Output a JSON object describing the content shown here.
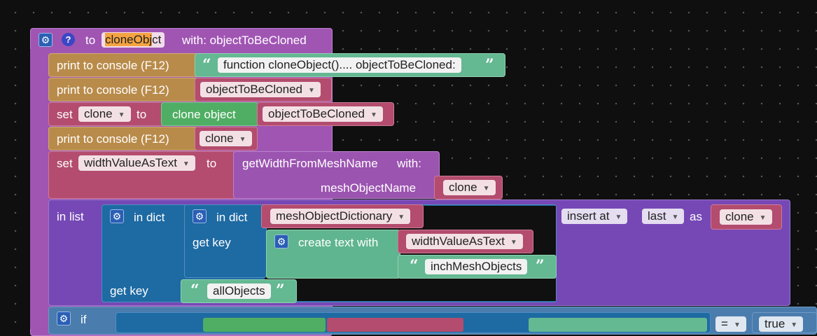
{
  "procedure": {
    "to_label": "to",
    "name_highlight": "cloneObj",
    "name_rest": "ct",
    "with_label": "with: objectToBeCloned",
    "gear_icon": "gear-icon",
    "help_icon": "help-icon",
    "help_glyph": "?"
  },
  "statements": {
    "print1_label": "print to console (F12)",
    "print1_string": "function cloneObject().... objectToBeCloned:",
    "print2_label": "print to console (F12)",
    "print2_var": "objectToBeCloned",
    "set1_label": "set",
    "set1_var": "clone",
    "set1_to": "to",
    "clone_object_label": "clone object",
    "clone_object_arg": "objectToBeCloned",
    "print3_label": "print to console (F12)",
    "print3_var": "clone",
    "set2_label": "set",
    "set2_var": "widthValueAsText",
    "set2_to": "to",
    "getwidth_label": "getWidthFromMeshName",
    "getwidth_with": "with:",
    "meshobjectname_label": "meshObjectName",
    "meshobjectname_var": "clone"
  },
  "inlist": {
    "in_list_label": "in list",
    "in_dict1_label": "in dict",
    "in_dict2_label": "in dict",
    "dict_var": "meshObjectDictionary",
    "get_key1_label": "get key",
    "create_text_label": "create text with",
    "text_item1_var": "widthValueAsText",
    "text_item2_string": "inchMeshObjects",
    "get_key2_label": "get key",
    "all_objects_string": "allObjects",
    "insert_at_label": "insert at",
    "last_label": "last",
    "as_label": "as",
    "clone_var": "clone"
  },
  "if_block": {
    "if_label": "if",
    "eq_label": "=",
    "true_label": "true"
  },
  "colors": {
    "procedure": "#a55ab4",
    "print": "#b88a4b",
    "variable_set": "#b34c6e",
    "clone_object": "#4fae63",
    "text": "#5fb58f",
    "list": "#7a4eb8",
    "dict": "#1f6ea6",
    "control": "#4678a8"
  }
}
